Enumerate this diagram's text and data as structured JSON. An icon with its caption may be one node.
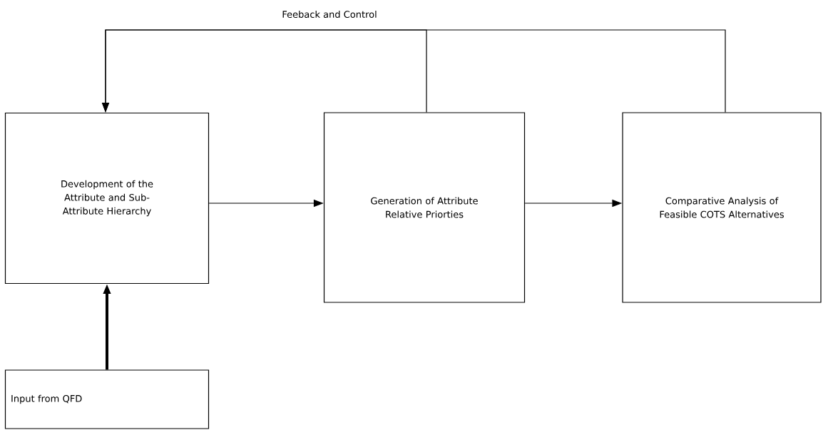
{
  "diagram": {
    "nodes": [
      {
        "text": [
          "Development of the Attribute and Sub-Attribute Hierarchy"
        ]
      },
      {
        "text": [
          "Generation of Attribute Relative Priorties"
        ]
      },
      {
        "text": [
          "Comparative Analysis of Feasible COTS Alternatives"
        ]
      },
      {
        "text": [
          "Input from QFD"
        ]
      }
    ],
    "edges": [
      {
        "from": 0,
        "to": 1,
        "arrow": "to"
      },
      {
        "from": 1,
        "to": 2,
        "arrow": "to"
      },
      {
        "from": 1,
        "to": 0,
        "arrow": "to"
      },
      {
        "from": 2,
        "to": 0,
        "arrow": "to"
      },
      {
        "from": 3,
        "to": 0,
        "arrow": "to",
        "style": "thick"
      }
    ],
    "labels": [
      "Feeback and Control"
    ]
  }
}
